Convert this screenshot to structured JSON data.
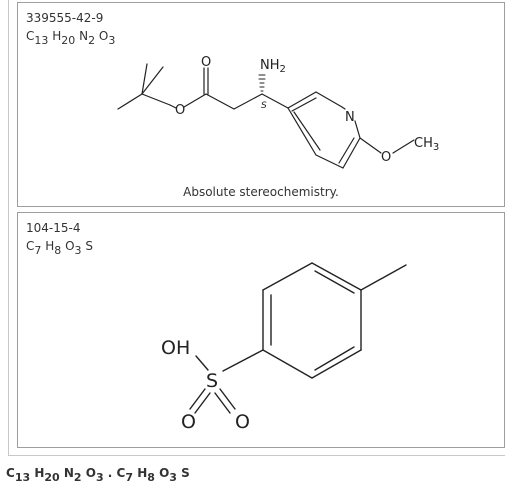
{
  "components": [
    {
      "cas": "339555-42-9",
      "formula": [
        {
          "el": "C",
          "n": "13"
        },
        {
          "el": "H",
          "n": "20"
        },
        {
          "el": "N",
          "n": "2"
        },
        {
          "el": "O",
          "n": "3"
        }
      ],
      "atoms": {
        "o1": "O",
        "o2": "O",
        "nh2": "NH",
        "nh2_sub": "2",
        "stereo": "S",
        "n_ring": "N",
        "o_methoxy": "O",
        "ch3": "CH",
        "ch3_sub": "3"
      },
      "note": "Absolute stereochemistry."
    },
    {
      "cas": "104-15-4",
      "formula": [
        {
          "el": "C",
          "n": "7"
        },
        {
          "el": "H",
          "n": "8"
        },
        {
          "el": "O",
          "n": "3"
        },
        {
          "el": "S",
          "n": ""
        }
      ],
      "atoms": {
        "oh": "OH",
        "s": "S",
        "o1": "O",
        "o2": "O"
      }
    }
  ],
  "footer": {
    "part1": [
      {
        "el": "C",
        "n": "13"
      },
      {
        "el": "H",
        "n": "20"
      },
      {
        "el": "N",
        "n": "2"
      },
      {
        "el": "O",
        "n": "3"
      }
    ],
    "separator": ".",
    "part2": [
      {
        "el": "C",
        "n": "7"
      },
      {
        "el": "H",
        "n": "8"
      },
      {
        "el": "O",
        "n": "3"
      },
      {
        "el": "S",
        "n": ""
      }
    ]
  }
}
